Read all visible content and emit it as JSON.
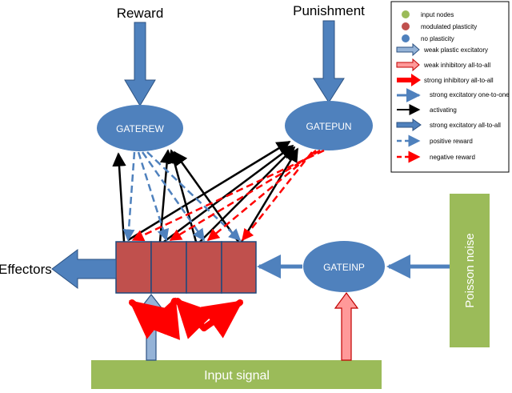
{
  "labels": {
    "reward": "Reward",
    "punishment": "Punishment",
    "effectors": "Effectors",
    "input_signal": "Input signal",
    "poisson_noise": "Poisson noise"
  },
  "nodes": {
    "gaterew": "GATEREW",
    "gatepun": "GATEPUN",
    "gateinp": "GATEINP"
  },
  "legend": {
    "items": [
      {
        "key": "input",
        "label": "input nodes"
      },
      {
        "key": "modulated",
        "label": "modulated plasticity"
      },
      {
        "key": "noplast",
        "label": "no plasticity"
      },
      {
        "key": "weak_exc",
        "label": "weak plastic excitatory"
      },
      {
        "key": "weak_inh",
        "label": "weak inhibitory all-to-all"
      },
      {
        "key": "strong_inh",
        "label": "strong inhibitory all-to-all"
      },
      {
        "key": "strong_one",
        "label": "strong excitatory one-to-one"
      },
      {
        "key": "activating",
        "label": "activating"
      },
      {
        "key": "strong_all",
        "label": "strong excitatory all-to-all"
      },
      {
        "key": "pos_reward",
        "label": "positive reward"
      },
      {
        "key": "neg_reward",
        "label": "negative reward"
      }
    ]
  },
  "colors": {
    "green": "#9bbb59",
    "dark_red": "#c0504d",
    "blue_node": "#4f81bd",
    "arrow_blue": "#4f81bd",
    "light_blue": "#95b3d7",
    "red": "#ff0000",
    "light_red": "#ff9999",
    "black": "#000000"
  }
}
